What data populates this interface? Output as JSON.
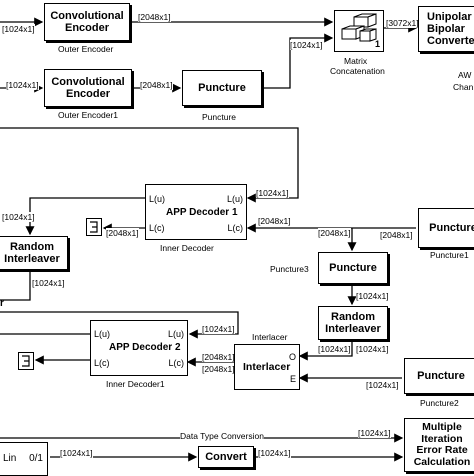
{
  "blocks": {
    "conv_encoder_outer": {
      "title_line1": "Convolutional",
      "title_line2": "Encoder",
      "caption": "Outer Encoder"
    },
    "conv_encoder_outer1": {
      "title_line1": "Convolutional",
      "title_line2": "Encoder",
      "caption": "Outer Encoder1"
    },
    "puncture_top": {
      "title": "Puncture",
      "caption": "Puncture"
    },
    "matrix_concat": {
      "port_number": "1",
      "caption_line1": "Matrix",
      "caption_line2": "Concatenation"
    },
    "unipolar_bipolar": {
      "title_line1": "Unipolar to",
      "title_line2": "Bipolar",
      "title_line3": "Converter"
    },
    "awgn_partial": {
      "line1": "AW",
      "line2": "Chan"
    },
    "app_decoder1": {
      "title": "APP Decoder 1",
      "port_lu_in": "L(u)",
      "port_lc_in": "L(c)",
      "port_lu_out": "L(u)",
      "port_lc_out": "L(c)",
      "caption": "Inner Decoder"
    },
    "app_decoder2": {
      "title": "APP Decoder 2",
      "port_lu_in": "L(u)",
      "port_lc_in": "L(c)",
      "port_lu_out": "L(u)",
      "port_lc_out": "L(c)",
      "caption": "Inner Decoder1"
    },
    "random_interleaver_left": {
      "title_line1": "Random",
      "title_line2": "Interleaver"
    },
    "random_interleaver_mid": {
      "title_line1": "Random",
      "title_line2": "Interleaver"
    },
    "puncture_mid": {
      "title": "Puncture",
      "caption_left": "Puncture3"
    },
    "puncture_right_top": {
      "title": "Puncture",
      "caption": "Puncture1"
    },
    "puncture_right_bottom": {
      "title": "Puncture",
      "caption": "Puncture2"
    },
    "interlacer": {
      "title": "Interlacer",
      "caption": "Interlacer",
      "port_o": "O",
      "port_e": "E"
    },
    "convert": {
      "title": "Convert"
    },
    "multi_iter": {
      "title_line1": "Multiple",
      "title_line2": "Iteration",
      "title_line3": "Error Rate",
      "title_line4": "Calculation"
    },
    "left_partial": {
      "text": "Lin",
      "value": "0/1"
    },
    "left_partial_r": {
      "text": "r"
    }
  },
  "signals": {
    "s1024": "[1024x1]",
    "s2048": "[2048x1]",
    "s3072": "[3072x1]"
  },
  "annotations": {
    "data_type_conversion": "Data Type Conversion"
  }
}
